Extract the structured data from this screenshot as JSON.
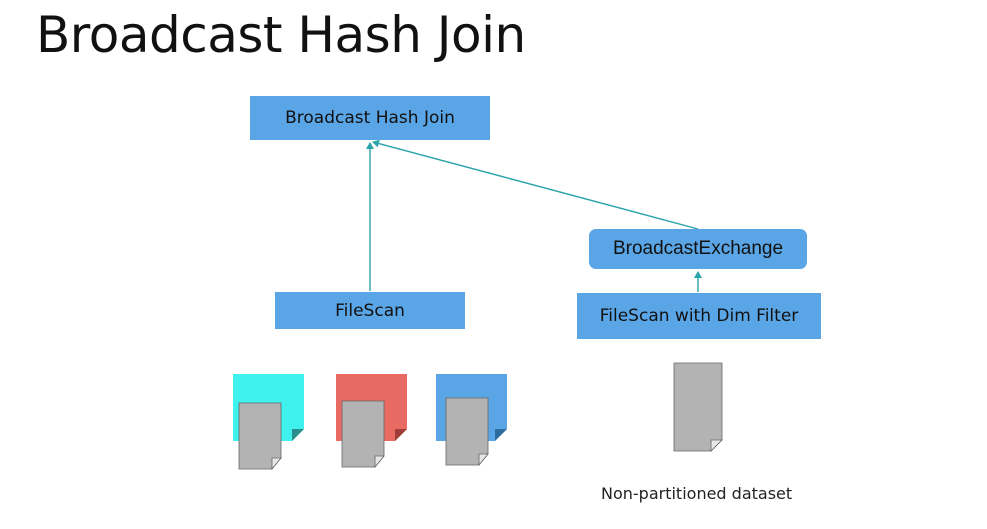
{
  "slide": {
    "title": "Broadcast Hash Join"
  },
  "diagram": {
    "nodes": {
      "broadcast_hash_join": "Broadcast Hash Join",
      "broadcast_exchange": "BroadcastExchange",
      "file_scan": "FileScan",
      "file_scan_dim_filter": "FileScan with Dim Filter"
    },
    "edges": [
      {
        "from": "file_scan",
        "to": "broadcast_hash_join"
      },
      {
        "from": "broadcast_exchange",
        "to": "broadcast_hash_join"
      },
      {
        "from": "file_scan_dim_filter",
        "to": "broadcast_exchange"
      }
    ],
    "partition_colors": [
      "#3ff2ee",
      "#e96a62",
      "#5aa5e6"
    ],
    "file_color": "#b3b3b3",
    "node_color": "#5aa5e6",
    "arrow_color": "#2aa3aa",
    "caption": "Non-partitioned dataset"
  }
}
